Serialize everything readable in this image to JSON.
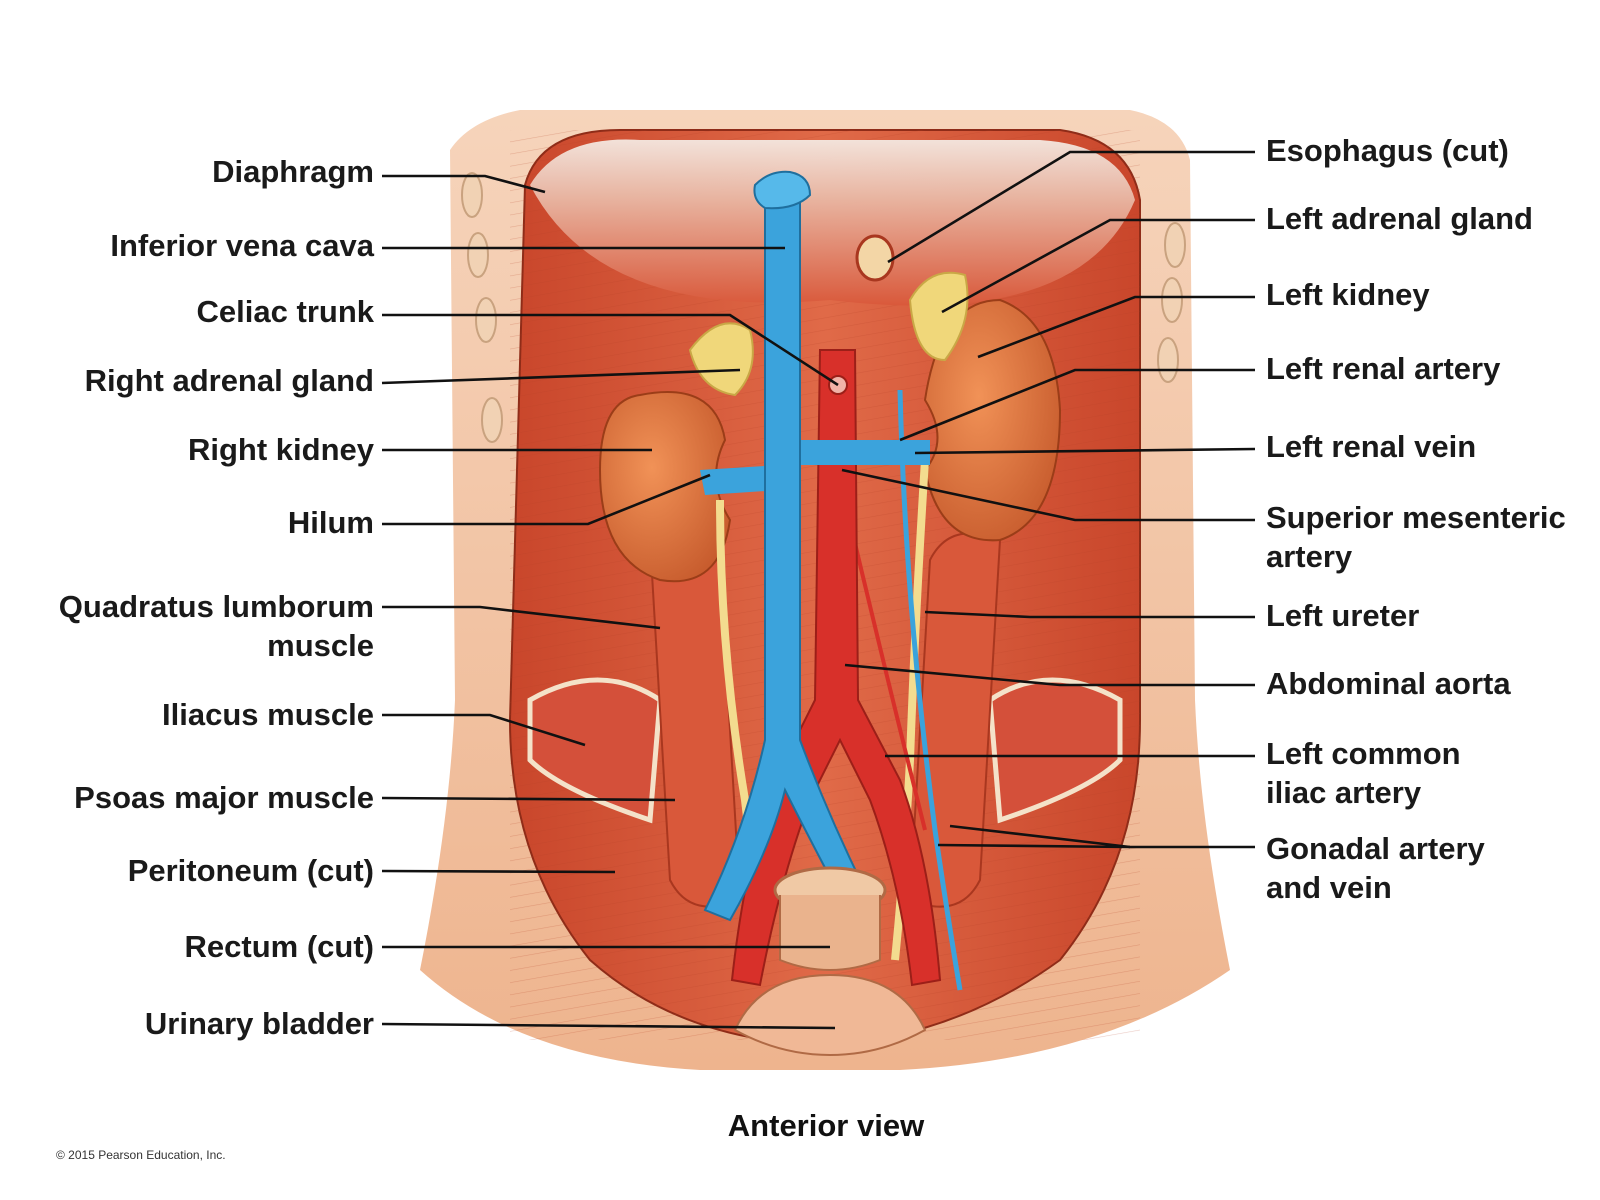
{
  "labels_left": [
    {
      "id": "diaphragm",
      "text": "Diaphragm"
    },
    {
      "id": "inferior-vena-cava",
      "text": "Inferior vena cava"
    },
    {
      "id": "celiac-trunk",
      "text": "Celiac trunk"
    },
    {
      "id": "right-adrenal-gland",
      "text": "Right adrenal gland"
    },
    {
      "id": "right-kidney",
      "text": "Right kidney"
    },
    {
      "id": "hilum",
      "text": "Hilum"
    },
    {
      "id": "quadratus-lumborum",
      "text": [
        "Quadratus lumborum",
        "muscle"
      ]
    },
    {
      "id": "iliacus-muscle",
      "text": "Iliacus muscle"
    },
    {
      "id": "psoas-major-muscle",
      "text": "Psoas major muscle"
    },
    {
      "id": "peritoneum",
      "text": "Peritoneum (cut)"
    },
    {
      "id": "rectum",
      "text": "Rectum (cut)"
    },
    {
      "id": "urinary-bladder",
      "text": "Urinary bladder"
    }
  ],
  "labels_right": [
    {
      "id": "esophagus",
      "text": "Esophagus (cut)"
    },
    {
      "id": "left-adrenal-gland",
      "text": "Left adrenal gland"
    },
    {
      "id": "left-kidney",
      "text": "Left kidney"
    },
    {
      "id": "left-renal-artery",
      "text": "Left renal artery"
    },
    {
      "id": "left-renal-vein",
      "text": "Left renal vein"
    },
    {
      "id": "superior-mesenteric-artery",
      "text": [
        "Superior mesenteric",
        "artery"
      ]
    },
    {
      "id": "left-ureter",
      "text": "Left ureter"
    },
    {
      "id": "abdominal-aorta",
      "text": "Abdominal aorta"
    },
    {
      "id": "left-common-iliac-artery",
      "text": [
        "Left common",
        "iliac artery"
      ]
    },
    {
      "id": "gonadal-artery-vein",
      "text": [
        "Gonadal artery",
        "and vein"
      ]
    }
  ],
  "caption": "Anterior view",
  "copyright": "© 2015 Pearson Education, Inc.",
  "colors": {
    "muscle": "#d9583a",
    "muscle_dark": "#a8331f",
    "vein": "#3ba3dc",
    "artery": "#d8302a",
    "kidney": "#e0743f",
    "adrenal": "#f0d77a",
    "ureter": "#f3dc8f",
    "skin": "#f2c09a",
    "bladder": "#f0b896"
  }
}
